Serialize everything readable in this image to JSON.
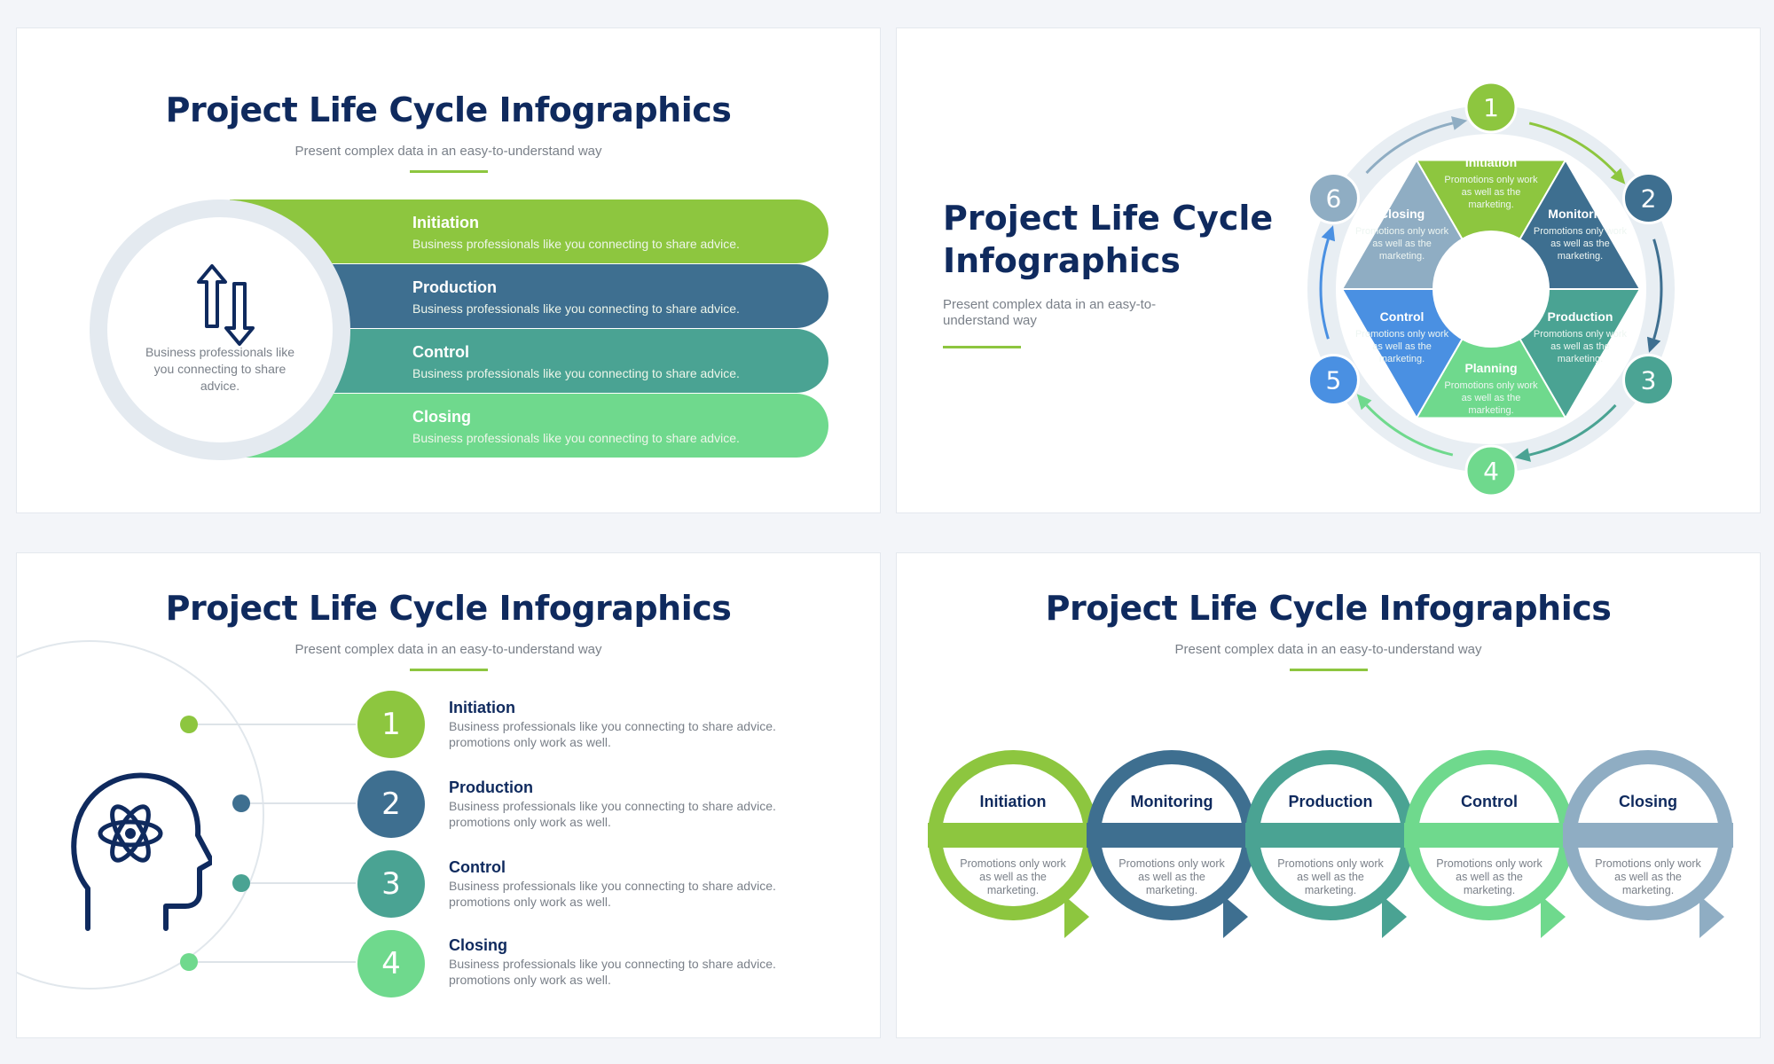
{
  "slides": {
    "s1": {
      "title": "Project Life Cycle Infographics",
      "subtitle": "Present complex data in an easy-to-understand way",
      "center_text": "Business professionals like you connecting to share advice.",
      "icon": "up-down-arrows-icon",
      "bands": [
        {
          "title": "Initiation",
          "desc": "Business professionals like you connecting to share advice.",
          "color": "#8dc63f"
        },
        {
          "title": "Production",
          "desc": "Business professionals like you connecting to share advice.",
          "color": "#3e6f90"
        },
        {
          "title": "Control",
          "desc": "Business professionals like you connecting to share advice.",
          "color": "#4aa393"
        },
        {
          "title": "Closing",
          "desc": "Business professionals like you connecting to share advice.",
          "color": "#6fd98d"
        }
      ]
    },
    "s2": {
      "title": "Project Life Cycle Infographics",
      "subtitle": "Present complex data in an easy-to-understand way",
      "segments": [
        {
          "title": "Initiation",
          "desc": "Promotions only work as well as the marketing.",
          "color": "#8dc63f",
          "num": "1"
        },
        {
          "title": "Monitoring",
          "desc": "Promotions only work as well as the marketing.",
          "color": "#3e6f90",
          "num": "2"
        },
        {
          "title": "Production",
          "desc": "Promotions only work as well as the marketing.",
          "color": "#4aa393",
          "num": "3"
        },
        {
          "title": "Planning",
          "desc": "Promotions only work as well as the marketing.",
          "color": "#6fd98d",
          "num": "4"
        },
        {
          "title": "Control",
          "desc": "Promotions only work as well as the marketing.",
          "color": "#4a90e2",
          "num": "5"
        },
        {
          "title": "Closing",
          "desc": "Promotions only work as well as the marketing.",
          "color": "#8fadc3",
          "num": "6"
        }
      ]
    },
    "s3": {
      "title": "Project Life Cycle Infographics",
      "subtitle": "Present complex data in an easy-to-understand way",
      "icon": "head-atom-icon",
      "steps": [
        {
          "num": "1",
          "title": "Initiation",
          "desc1": "Business professionals like you connecting to share advice.",
          "desc2": "promotions only work as well.",
          "color": "#8dc63f"
        },
        {
          "num": "2",
          "title": "Production",
          "desc1": "Business professionals like you connecting to share advice.",
          "desc2": "promotions only work as well.",
          "color": "#3e6f90"
        },
        {
          "num": "3",
          "title": "Control",
          "desc1": "Business professionals like you connecting to share advice.",
          "desc2": "promotions only work as well.",
          "color": "#4aa393"
        },
        {
          "num": "4",
          "title": "Closing",
          "desc1": "Business professionals like you connecting to share advice.",
          "desc2": "promotions only work as well.",
          "color": "#6fd98d"
        }
      ]
    },
    "s4": {
      "title": "Project Life Cycle Infographics",
      "subtitle": "Present complex data in an easy-to-understand way",
      "circles": [
        {
          "title": "Initiation",
          "desc": "Promotions only work as well as the marketing.",
          "color": "#8dc63f"
        },
        {
          "title": "Monitoring",
          "desc": "Promotions only work as well as the marketing.",
          "color": "#3e6f90"
        },
        {
          "title": "Production",
          "desc": "Promotions only work as well as the marketing.",
          "color": "#4aa393"
        },
        {
          "title": "Control",
          "desc": "Promotions only work as well as the marketing.",
          "color": "#6fd98d"
        },
        {
          "title": "Closing",
          "desc": "Promotions only work as well as the marketing.",
          "color": "#8fadc3"
        }
      ]
    }
  }
}
